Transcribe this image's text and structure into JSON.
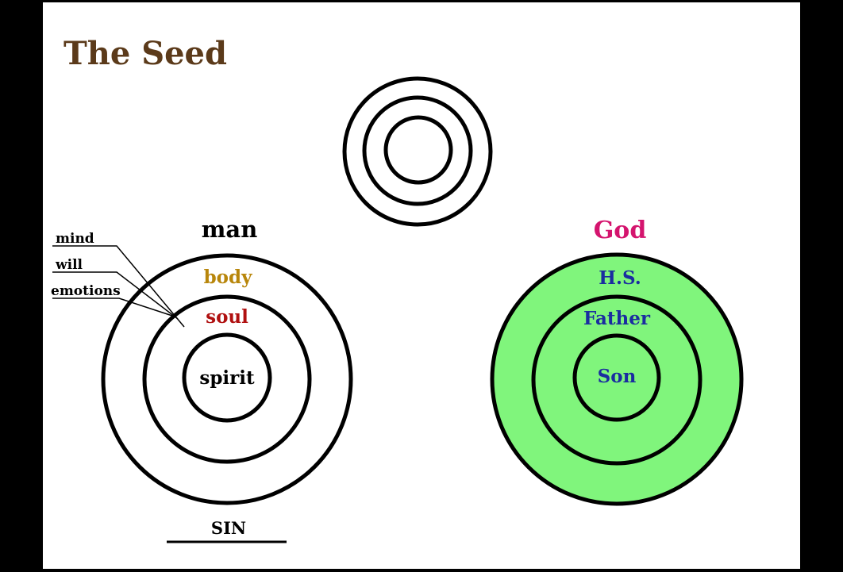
{
  "title": "The Seed",
  "man": {
    "heading": "man",
    "rings": {
      "outer": "body",
      "middle": "soul",
      "inner": "spirit"
    },
    "soul_parts": [
      "mind",
      "will",
      "emotions"
    ],
    "sin_label": "SIN"
  },
  "god": {
    "heading": "God",
    "rings": {
      "outer": "H.S.",
      "middle": "Father",
      "inner": "Son"
    }
  },
  "colors": {
    "title": "#5b3a1a",
    "body_label": "#b8860b",
    "soul_label": "#b01010",
    "god_heading": "#d4146e",
    "god_labels": "#1a2ca0",
    "god_fill": "#80f57c"
  }
}
